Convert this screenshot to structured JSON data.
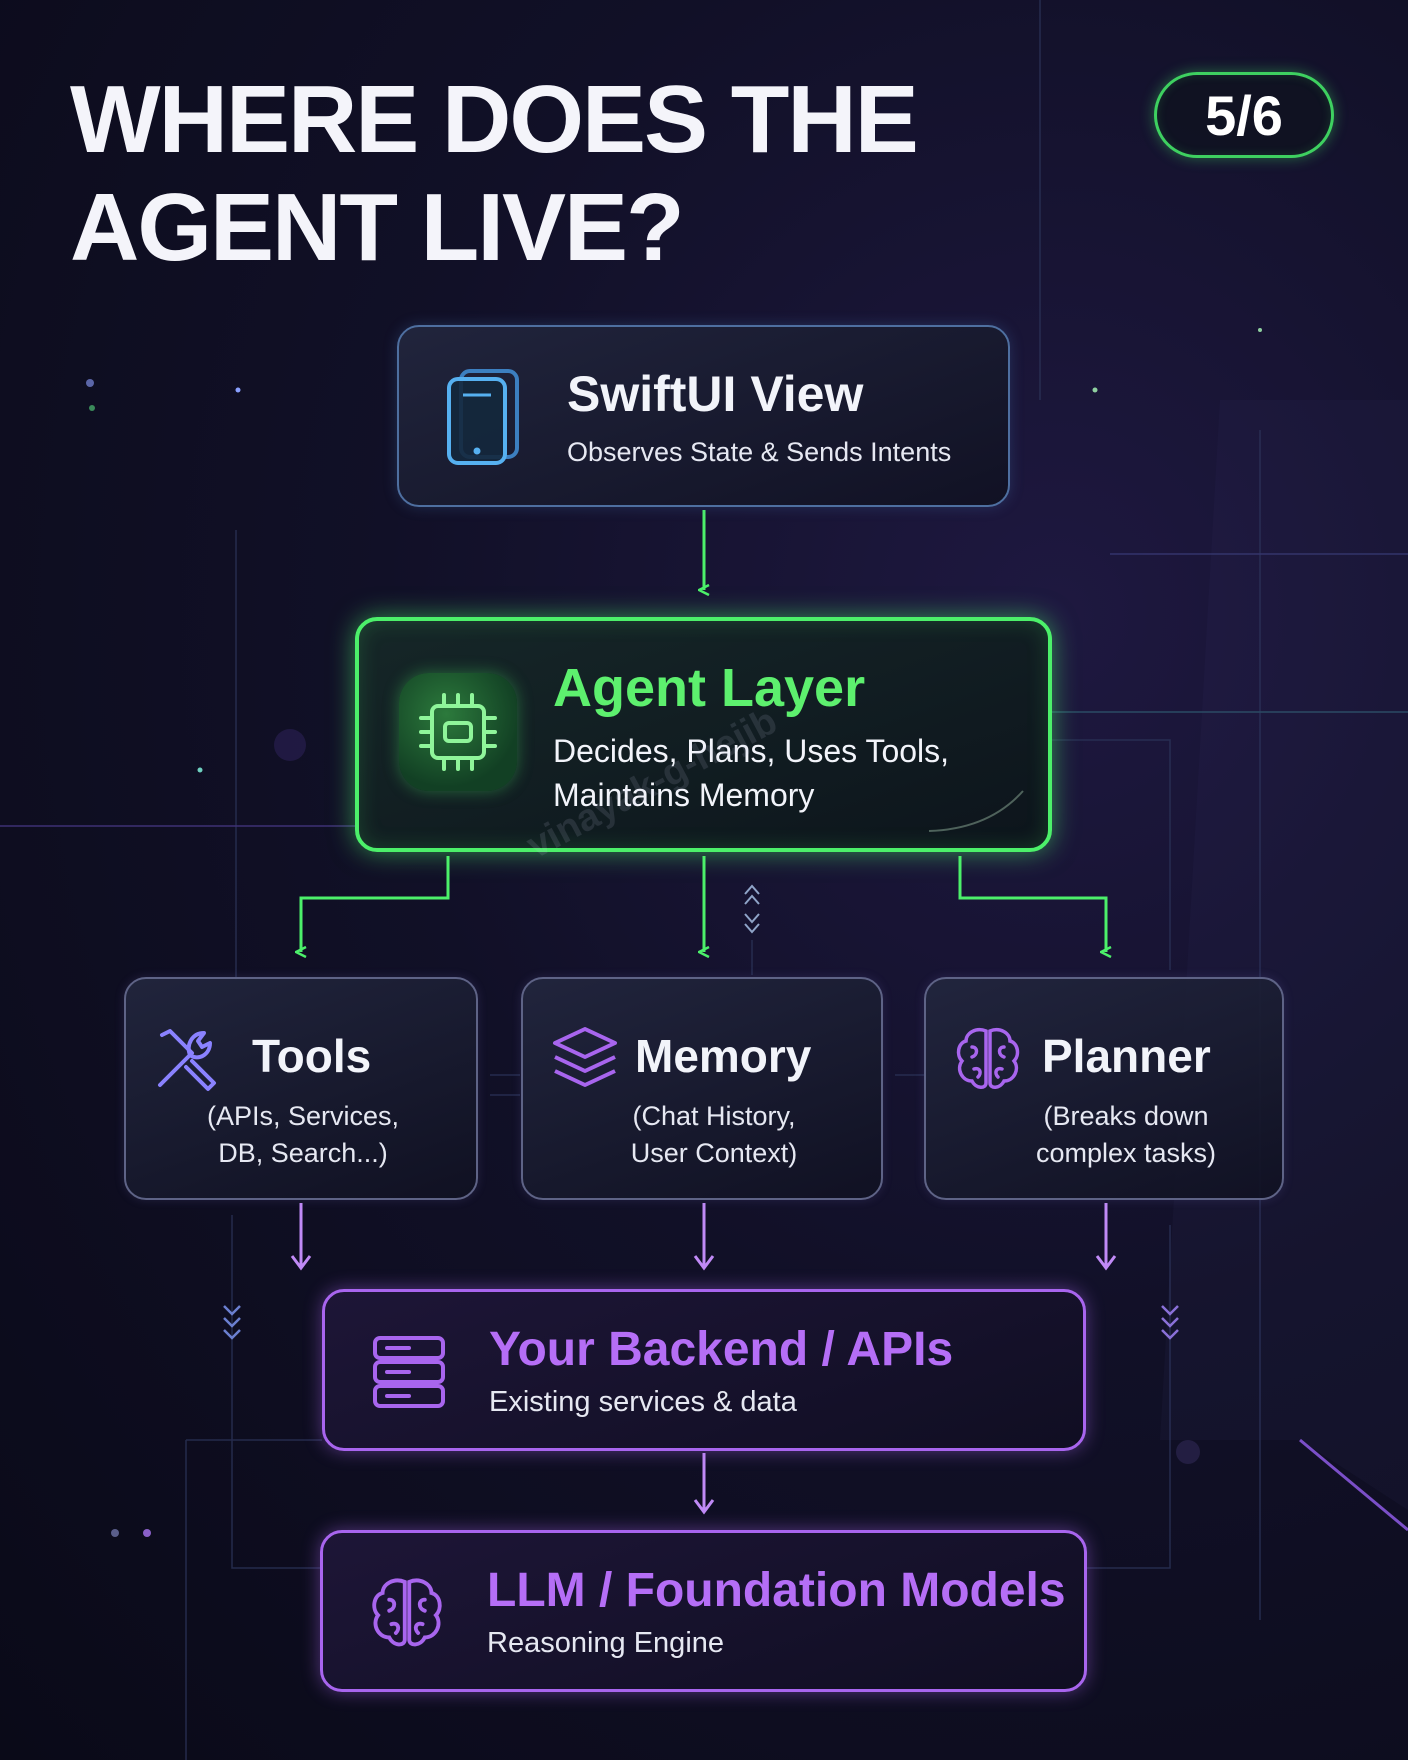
{
  "title": {
    "line1": "WHERE DOES THE",
    "line2": "AGENT LIVE?"
  },
  "badge": "5/6",
  "nodes": {
    "swiftui": {
      "title": "SwiftUI View",
      "subtitle": "Observes State & Sends Intents",
      "icon": "phone-icon"
    },
    "agent": {
      "title": "Agent Layer",
      "line1": "Decides, Plans, Uses Tools,",
      "line2": "Maintains Memory",
      "icon": "chip-icon"
    },
    "tools": {
      "title": "Tools",
      "line1": "(APIs, Services,",
      "line2": "DB, Search...)",
      "icon": "tools-icon"
    },
    "memory": {
      "title": "Memory",
      "line1": "(Chat History,",
      "line2": "User Context)",
      "icon": "layers-icon"
    },
    "planner": {
      "title": "Planner",
      "line1": "(Breaks down",
      "line2": "complex tasks)",
      "icon": "brain-icon"
    },
    "backend": {
      "title": "Your Backend / APIs",
      "subtitle": "Existing services & data",
      "icon": "server-icon"
    },
    "llm": {
      "title": "LLM / Foundation Models",
      "subtitle": "Reasoning Engine",
      "icon": "brain-icon"
    }
  },
  "watermark": "vinayak-g-hejib",
  "colors": {
    "green": "#4cf06a",
    "purple": "#a865ee",
    "blue": "#4e9fe0",
    "background": "#0f0f24"
  }
}
